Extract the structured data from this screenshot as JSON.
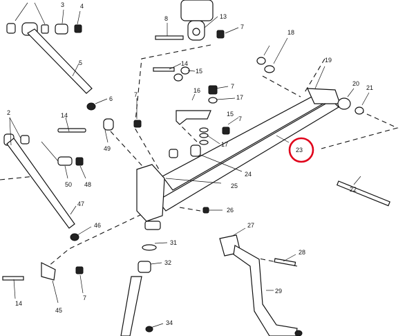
{
  "diagram": {
    "callouts": [
      "2",
      "3",
      "4",
      "5",
      "6",
      "7",
      "7",
      "7",
      "7",
      "7",
      "8",
      "13",
      "14",
      "14",
      "14",
      "15",
      "15",
      "16",
      "17",
      "17",
      "18",
      "19",
      "20",
      "21",
      "22",
      "23",
      "24",
      "25",
      "26",
      "27",
      "28",
      "29",
      "31",
      "32",
      "34",
      "45",
      "46",
      "47",
      "48",
      "49",
      "50"
    ],
    "highlighted_callout": "23",
    "highlight_color": "#e0001a"
  }
}
